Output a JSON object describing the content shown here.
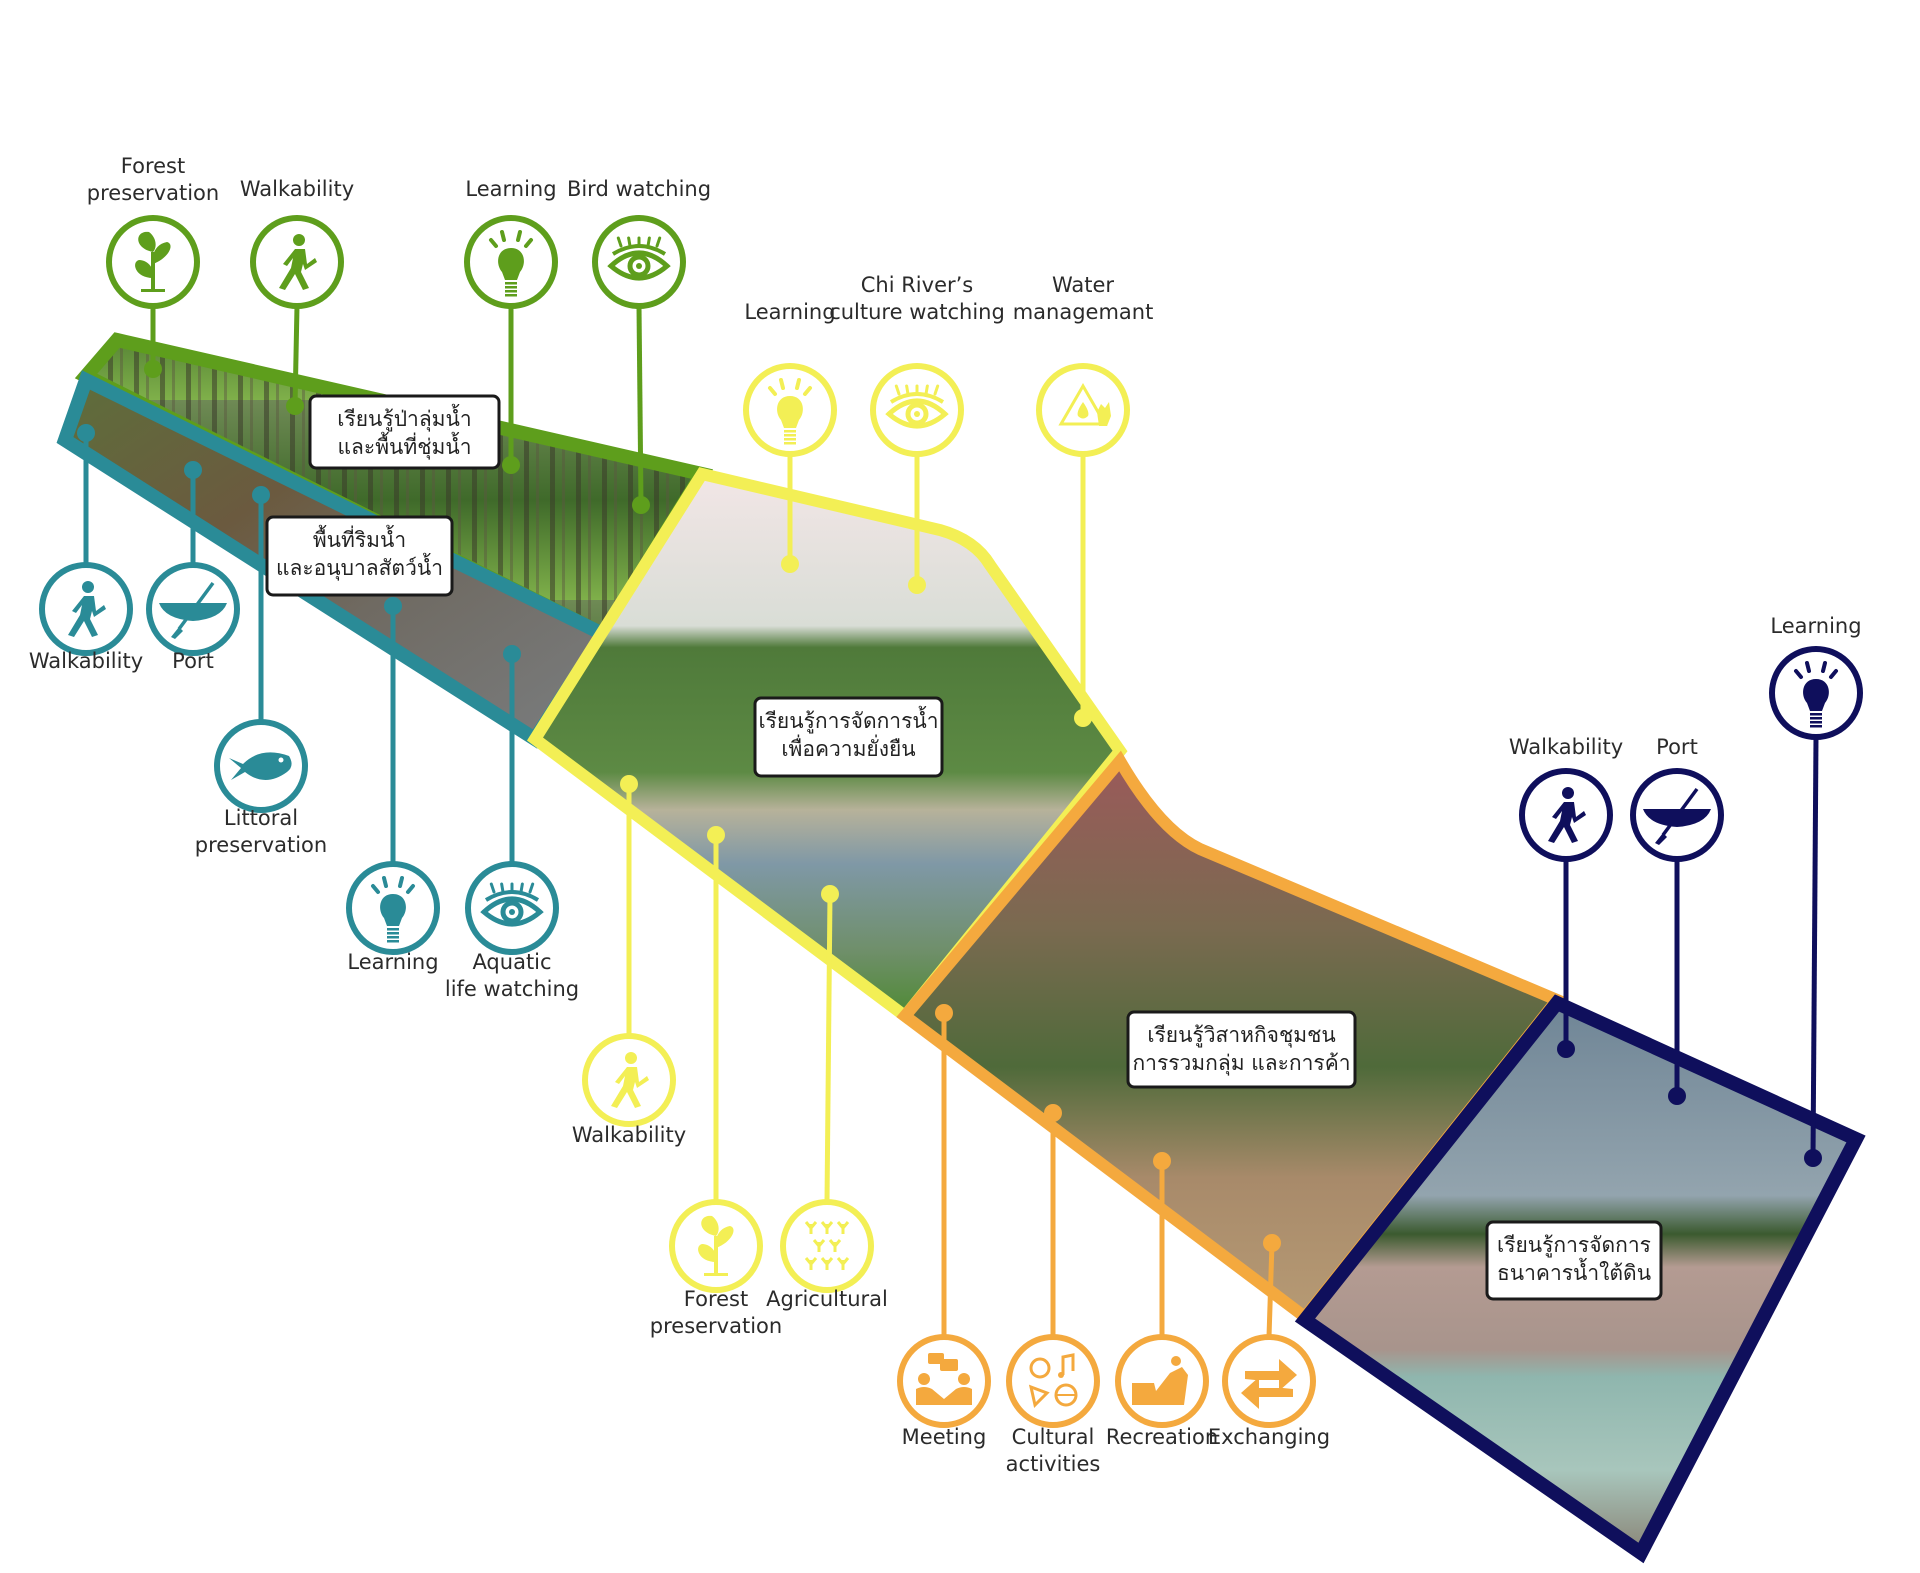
{
  "diagram": {
    "zones": [
      {
        "id": "forest",
        "color": "#5e9e1c",
        "title_lines": [
          "เรียนรู้ป่าลุ่มน้ำ",
          "และพื้นที่ชุ่มน้ำ"
        ],
        "photo_theme": "forest",
        "activities": [
          {
            "icon": "plant-icon",
            "label_lines": [
              "Forest",
              "preservation"
            ]
          },
          {
            "icon": "walking-person-icon",
            "label_lines": [
              "Walkability"
            ]
          },
          {
            "icon": "lightbulb-icon",
            "label_lines": [
              "Learning"
            ]
          },
          {
            "icon": "eye-icon",
            "label_lines": [
              "Bird watching"
            ]
          }
        ]
      },
      {
        "id": "riverside",
        "color": "#2a8b97",
        "title_lines": [
          "พื้นที่ริมน้ำ",
          "และอนุบาลสัตว์น้ำ"
        ],
        "photo_theme": "riverside",
        "activities": [
          {
            "icon": "walking-person-icon",
            "label_lines": [
              "Walkability"
            ]
          },
          {
            "icon": "boat-paddle-icon",
            "label_lines": [
              "Port"
            ]
          },
          {
            "icon": "fish-icon",
            "label_lines": [
              "Littoral",
              "preservation"
            ]
          },
          {
            "icon": "lightbulb-icon",
            "label_lines": [
              "Learning"
            ]
          },
          {
            "icon": "eye-icon",
            "label_lines": [
              "Aquatic",
              "life watching"
            ]
          }
        ]
      },
      {
        "id": "water-management",
        "color": "#f3ef55",
        "title_lines": [
          "เรียนรู้การจัดการน้ำ",
          "เพื่อความยั่งยืน"
        ],
        "photo_theme": "ponds",
        "activities": [
          {
            "icon": "lightbulb-icon",
            "label_lines": [
              "Learning"
            ]
          },
          {
            "icon": "eye-icon",
            "label_lines": [
              "Chi River’s",
              "culture watching"
            ]
          },
          {
            "icon": "water-cycle-icon",
            "label_lines": [
              "Water",
              "managemant"
            ]
          },
          {
            "icon": "walking-person-icon",
            "label_lines": [
              "Walkability"
            ]
          },
          {
            "icon": "plant-icon",
            "label_lines": [
              "Forest",
              "preservation"
            ]
          },
          {
            "icon": "crop-field-icon",
            "label_lines": [
              "Agricultural"
            ]
          }
        ]
      },
      {
        "id": "community-market",
        "color": "#f4a93e",
        "title_lines": [
          "เรียนรู้วิสาหกิจชุมชน",
          "การรวมกลุ่ม และการค้า"
        ],
        "photo_theme": "market",
        "activities": [
          {
            "icon": "meeting-icon",
            "label_lines": [
              "Meeting"
            ]
          },
          {
            "icon": "cultural-activities-icon",
            "label_lines": [
              "Cultural",
              "activities"
            ]
          },
          {
            "icon": "recliner-icon",
            "label_lines": [
              "Recreation"
            ]
          },
          {
            "icon": "exchange-arrows-icon",
            "label_lines": [
              "Exchanging"
            ]
          }
        ]
      },
      {
        "id": "groundwater-bank",
        "color": "#0f0f5c",
        "title_lines": [
          "เรียนรู้การจัดการ",
          "ธนาคารน้ำใต้ดิน"
        ],
        "photo_theme": "reservoir",
        "activities": [
          {
            "icon": "walking-person-icon",
            "label_lines": [
              "Walkability"
            ]
          },
          {
            "icon": "boat-paddle-icon",
            "label_lines": [
              "Port"
            ]
          },
          {
            "icon": "lightbulb-icon",
            "label_lines": [
              "Learning"
            ]
          }
        ]
      }
    ]
  }
}
